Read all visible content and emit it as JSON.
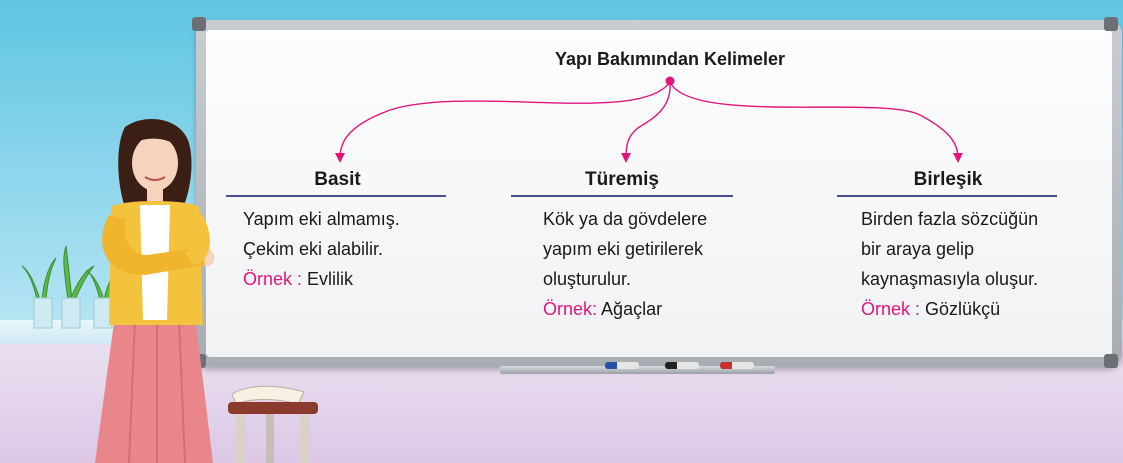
{
  "diagram": {
    "title": "Yapı Bakımından Kelimeler",
    "nodes": [
      {
        "heading": "Basit",
        "lines": [
          "Yapım eki almamış.",
          "Çekim eki alabilir."
        ],
        "example_label": "Örnek :",
        "example_value": "Evlilik"
      },
      {
        "heading": "Türemiş",
        "lines": [
          "Kök ya da gövdelere",
          "yapım eki getirilerek",
          "oluşturulur."
        ],
        "example_label": "Örnek:",
        "example_value": "Ağaçlar"
      },
      {
        "heading": "Birleşik",
        "lines": [
          "Birden fazla sözcüğün",
          "bir araya gelip",
          "kaynaşmasıyla oluşur."
        ],
        "example_label": "Örnek :",
        "example_value": "Gözlükçü"
      }
    ]
  },
  "colors": {
    "arrow": "#e0167e",
    "example_label": "#e0167e",
    "rule": "#4a4e8f",
    "wall": "#5fc6e2",
    "floor": "#dcc8e6"
  },
  "illustration": {
    "elements": [
      "teacher-illustration",
      "plant-pots",
      "stool-with-book",
      "whiteboard-markers"
    ]
  }
}
